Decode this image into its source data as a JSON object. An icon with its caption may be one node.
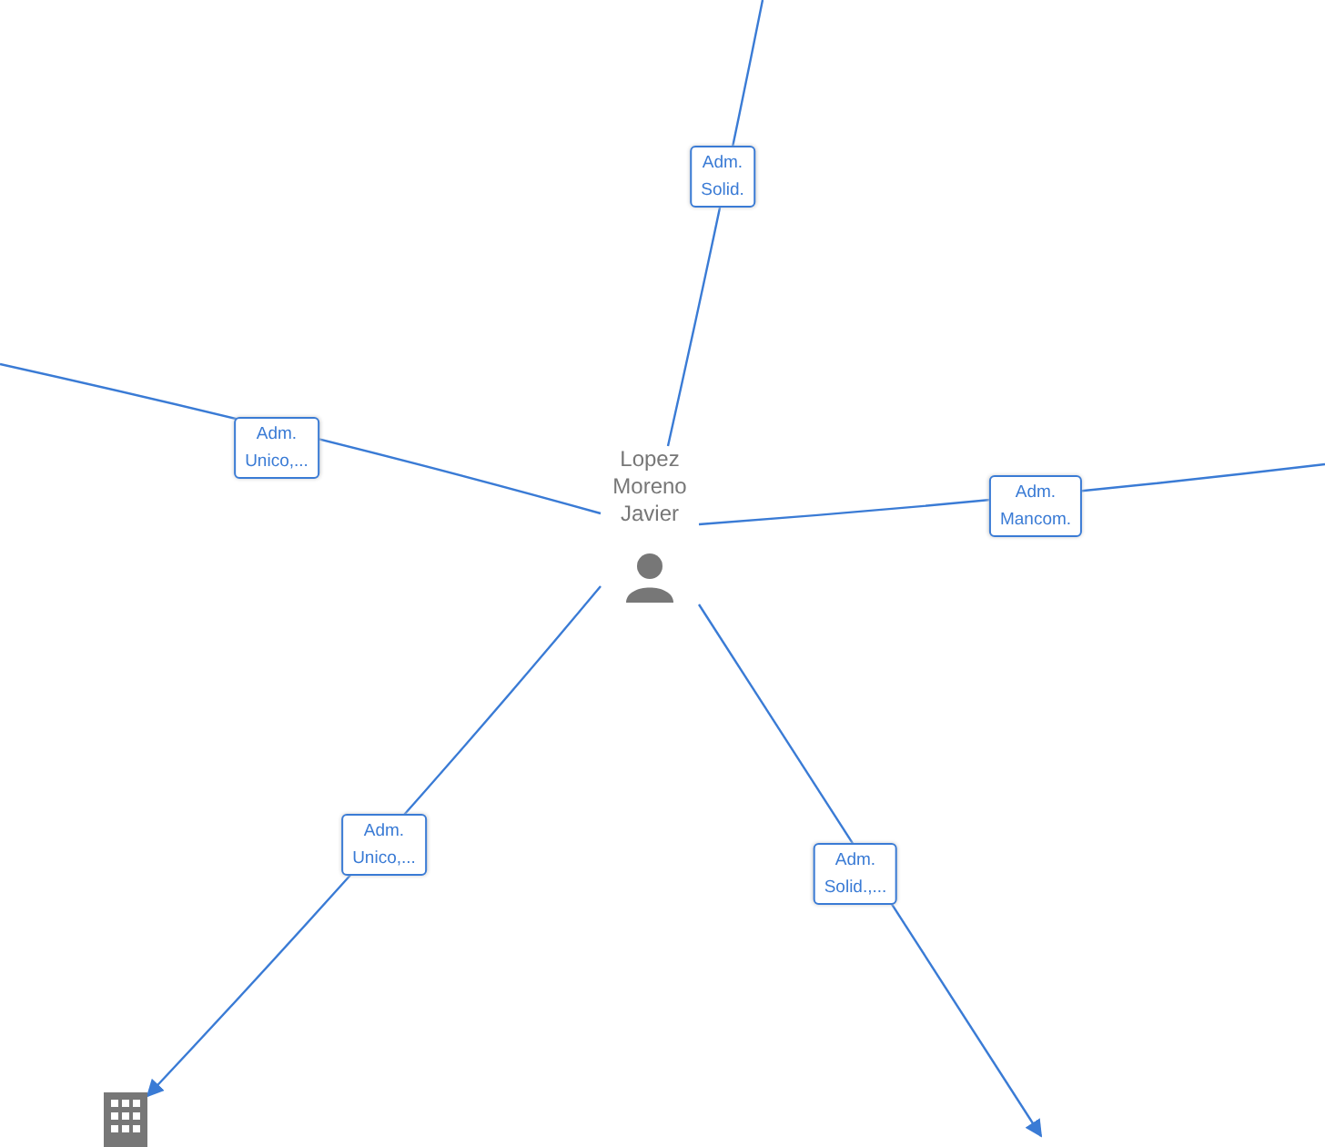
{
  "diagram": {
    "nodes": [
      {
        "text": [
          "Lopez Moreno Javier"
        ]
      },
      {
        "text": [],
        "shape": "building"
      }
    ],
    "edges": [
      {
        "from": 0,
        "to": null,
        "arrow": "none",
        "label": "Adm. Solid."
      },
      {
        "from": 0,
        "to": null,
        "arrow": "none",
        "label": "Adm. Unico,..."
      },
      {
        "from": 0,
        "to": null,
        "arrow": "none",
        "label": "Adm. Mancom."
      },
      {
        "from": 0,
        "to": 1,
        "arrow": "to",
        "label": "Adm. Unico,..."
      },
      {
        "from": 0,
        "to": null,
        "arrow": "to",
        "label": "Adm. Solid.,..."
      }
    ]
  }
}
